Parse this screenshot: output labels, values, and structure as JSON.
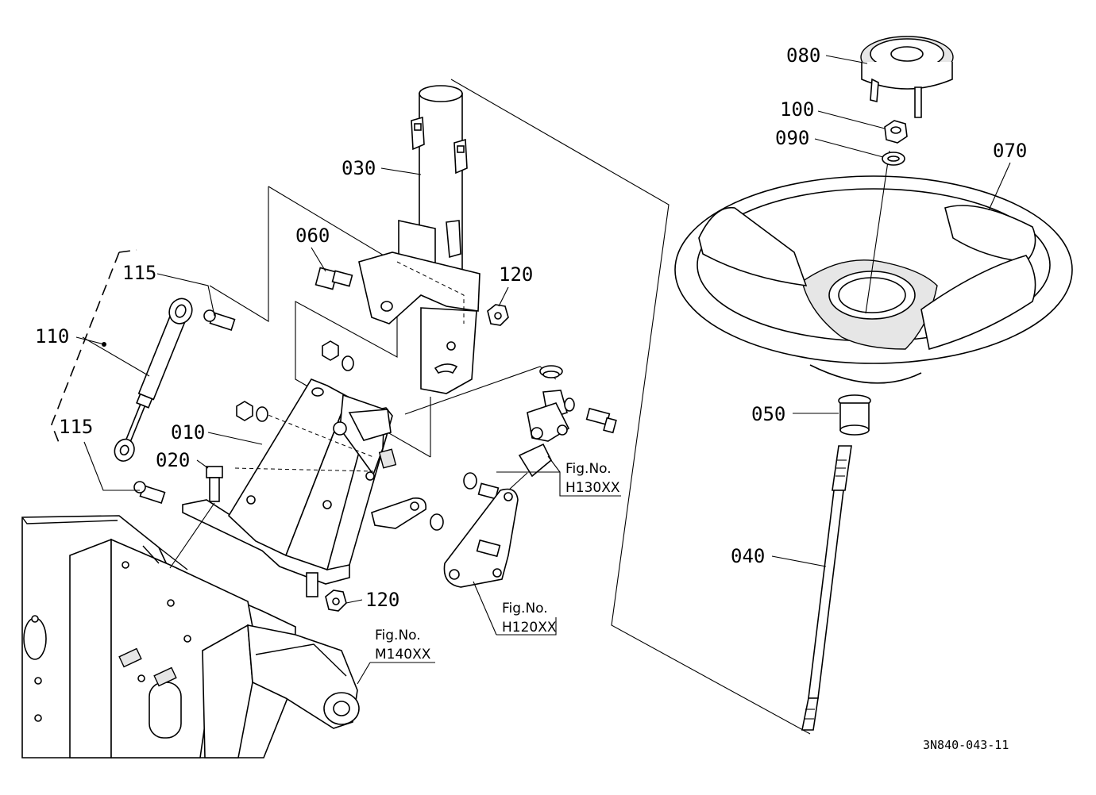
{
  "diagram": {
    "callouts": {
      "p010": "010",
      "p020": "020",
      "p030": "030",
      "p040": "040",
      "p050": "050",
      "p060": "060",
      "p070": "070",
      "p080": "080",
      "p090": "090",
      "p100": "100",
      "p110": "110",
      "p115a": "115",
      "p115b": "115",
      "p120a": "120",
      "p120b": "120"
    },
    "figure_refs": {
      "h130": {
        "line1": "Fig.No.",
        "line2": "H130XX"
      },
      "h120": {
        "line1": "Fig.No.",
        "line2": "H120XX"
      },
      "m140": {
        "line1": "Fig.No.",
        "line2": "M140XX"
      }
    },
    "drawing_code": "3N840-043-11"
  }
}
